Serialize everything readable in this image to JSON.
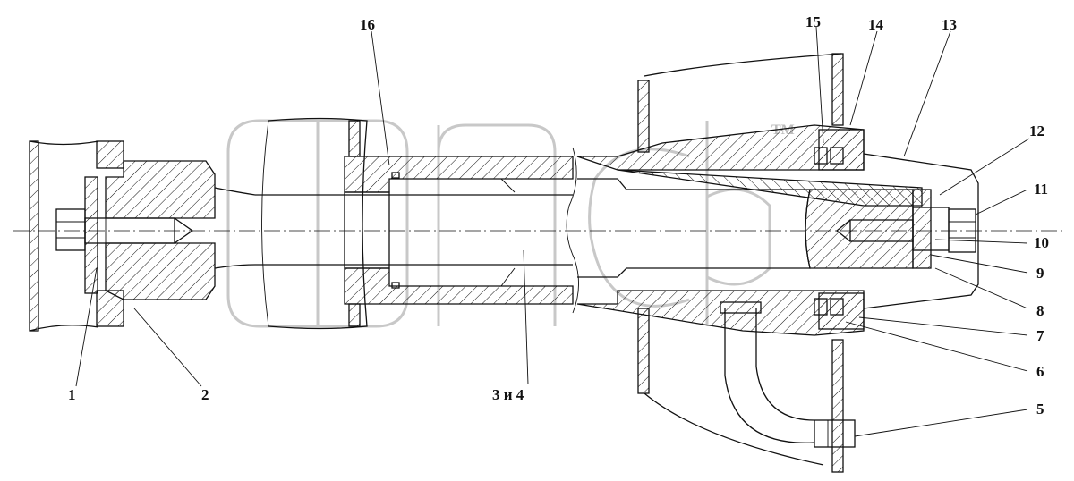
{
  "callouts": {
    "c1": "1",
    "c2": "2",
    "c3": "3 и 4",
    "c5": "5",
    "c6": "6",
    "c7": "7",
    "c8": "8",
    "c9": "9",
    "c10": "10",
    "c11": "11",
    "c12": "12",
    "c13": "13",
    "c14": "14",
    "c15": "15",
    "c16": "16"
  },
  "watermark": {
    "text": "ФПСБ",
    "trademark": "TM"
  },
  "colors": {
    "line": "#111111",
    "watermark": "#c8c8c8",
    "background": "#ffffff"
  }
}
